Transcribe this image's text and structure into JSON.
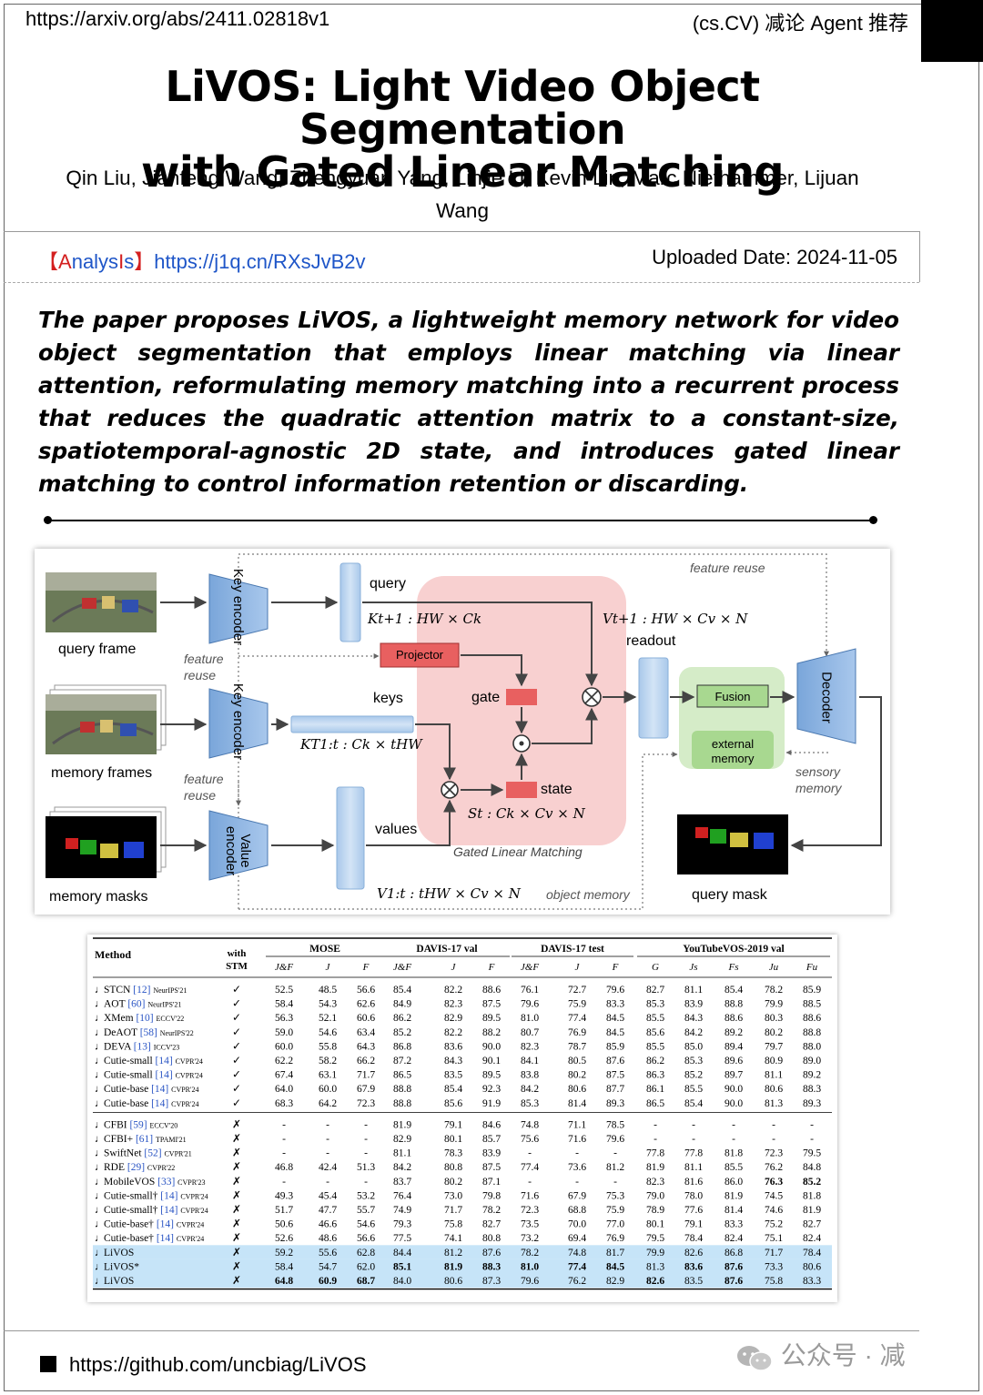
{
  "header": {
    "url": "https://arxiv.org/abs/2411.02818v1",
    "tag": "(cs.CV) 减论 Agent 推荐"
  },
  "paper": {
    "title_line1": "LiVOS: Light Video Object Segmentation",
    "title_line2": "with Gated Linear Matching",
    "authors_line1": "Qin Liu, Jianfeng Wang, Zhengyuan Yang, Linjie Li, Kevin Lin, Marc Niethammer, Lijuan",
    "authors_line2": "Wang"
  },
  "meta": {
    "bracket_open": "【",
    "analysis_a": "A",
    "analysis_nalys": "nalys",
    "analysis_i": "I",
    "analysis_s": "s",
    "bracket_close": "】",
    "analysis_link": "https://j1q.cn/RXsJvB2v",
    "uploaded": "Uploaded Date: 2024-11-05"
  },
  "abstract": "The paper proposes LiVOS, a lightweight memory network for video object segmentation that employs linear matching via linear attention, reformulating memory matching into a recurrent process that reduces the quadratic attention matrix to a constant-size, spatiotemporal-agnostic 2D state, and introduces gated linear matching to control information retention or discarding.",
  "figure": {
    "query_frame": "query frame",
    "memory_frames": "memory frames",
    "memory_masks": "memory masks",
    "key_encoder": "Key encoder",
    "value_encoder": "Value encoder",
    "feature_reuse_top": "feature reuse",
    "feature": "feature",
    "reuse": "reuse",
    "query": "query",
    "query_dims": "Kt+1 : HW × Ck",
    "keys": "keys",
    "keys_dims": "KT1:t : Ck × tHW",
    "values": "values",
    "values_dims": "V1:t : tHW × Cv × N",
    "projector": "Projector",
    "gate": "gate",
    "state": "state",
    "state_dims": "St : Ck × Cv × N",
    "gated_linear_matching": "Gated Linear Matching",
    "readout_dims": "Vt+1 : HW × Cv × N",
    "readout": "readout",
    "fusion": "Fusion",
    "external": "external",
    "memory": "memory",
    "decoder": "Decoder",
    "sensory": "sensory",
    "object_memory": "object memory",
    "query_mask": "query mask"
  },
  "table": {
    "method_header": "Method",
    "with": "with",
    "stm": "STM",
    "groups": [
      "MOSE",
      "DAVIS-17 val",
      "DAVIS-17 test",
      "YouTubeVOS-2019 val"
    ],
    "subheaders": [
      "J&F",
      "J",
      "F",
      "J&F",
      "J",
      "F",
      "J&F",
      "J",
      "F",
      "G",
      "Js",
      "Fs",
      "Ju",
      "Fu"
    ],
    "section1": [
      {
        "name": "STCN",
        "ref": "[12]",
        "venue": "NeurIPS'21",
        "stm": "✓",
        "vals": [
          "52.5",
          "48.5",
          "56.6",
          "85.4",
          "82.2",
          "88.6",
          "76.1",
          "72.7",
          "79.6",
          "82.7",
          "81.1",
          "85.4",
          "78.2",
          "85.9"
        ]
      },
      {
        "name": "AOT",
        "ref": "[60]",
        "venue": "NeurIPS'21",
        "stm": "✓",
        "vals": [
          "58.4",
          "54.3",
          "62.6",
          "84.9",
          "82.3",
          "87.5",
          "79.6",
          "75.9",
          "83.3",
          "85.3",
          "83.9",
          "88.8",
          "79.9",
          "88.5"
        ]
      },
      {
        "name": "XMem",
        "ref": "[10]",
        "venue": "ECCV'22",
        "stm": "✓",
        "vals": [
          "56.3",
          "52.1",
          "60.6",
          "86.2",
          "82.9",
          "89.5",
          "81.0",
          "77.4",
          "84.5",
          "85.5",
          "84.3",
          "88.6",
          "80.3",
          "88.6"
        ]
      },
      {
        "name": "DeAOT",
        "ref": "[58]",
        "venue": "NeurIPS'22",
        "stm": "✓",
        "vals": [
          "59.0",
          "54.6",
          "63.4",
          "85.2",
          "82.2",
          "88.2",
          "80.7",
          "76.9",
          "84.5",
          "85.6",
          "84.2",
          "89.2",
          "80.2",
          "88.8"
        ]
      },
      {
        "name": "DEVA",
        "ref": "[13]",
        "venue": "ICCV'23",
        "stm": "✓",
        "vals": [
          "60.0",
          "55.8",
          "64.3",
          "86.8",
          "83.6",
          "90.0",
          "82.3",
          "78.7",
          "85.9",
          "85.5",
          "85.0",
          "89.4",
          "79.7",
          "88.0"
        ]
      },
      {
        "name": "Cutie-small",
        "ref": "[14]",
        "venue": "CVPR'24",
        "stm": "✓",
        "vals": [
          "62.2",
          "58.2",
          "66.2",
          "87.2",
          "84.3",
          "90.1",
          "84.1",
          "80.5",
          "87.6",
          "86.2",
          "85.3",
          "89.6",
          "80.9",
          "89.0"
        ]
      },
      {
        "name": "Cutie-small",
        "ref": "[14]",
        "venue": "CVPR'24",
        "stm": "✓",
        "vals": [
          "67.4",
          "63.1",
          "71.7",
          "86.5",
          "83.5",
          "89.5",
          "83.8",
          "80.2",
          "87.5",
          "86.3",
          "85.2",
          "89.7",
          "81.1",
          "89.2"
        ]
      },
      {
        "name": "Cutie-base",
        "ref": "[14]",
        "venue": "CVPR'24",
        "stm": "✓",
        "vals": [
          "64.0",
          "60.0",
          "67.9",
          "88.8",
          "85.4",
          "92.3",
          "84.2",
          "80.6",
          "87.7",
          "86.1",
          "85.5",
          "90.0",
          "80.6",
          "88.3"
        ]
      },
      {
        "name": "Cutie-base",
        "ref": "[14]",
        "venue": "CVPR'24",
        "stm": "✓",
        "vals": [
          "68.3",
          "64.2",
          "72.3",
          "88.8",
          "85.6",
          "91.9",
          "85.3",
          "81.4",
          "89.3",
          "86.5",
          "85.4",
          "90.0",
          "81.3",
          "89.3"
        ]
      }
    ],
    "section2": [
      {
        "name": "CFBI",
        "ref": "[59]",
        "venue": "ECCV'20",
        "stm": "✗",
        "vals": [
          "-",
          "-",
          "-",
          "81.9",
          "79.1",
          "84.6",
          "74.8",
          "71.1",
          "78.5",
          "-",
          "-",
          "-",
          "-",
          "-"
        ]
      },
      {
        "name": "CFBI+",
        "ref": "[61]",
        "venue": "TPAMI'21",
        "stm": "✗",
        "vals": [
          "-",
          "-",
          "-",
          "82.9",
          "80.1",
          "85.7",
          "75.6",
          "71.6",
          "79.6",
          "-",
          "-",
          "-",
          "-",
          "-"
        ]
      },
      {
        "name": "SwiftNet",
        "ref": "[52]",
        "venue": "CVPR'21",
        "stm": "✗",
        "vals": [
          "-",
          "-",
          "-",
          "81.1",
          "78.3",
          "83.9",
          "-",
          "-",
          "-",
          "77.8",
          "77.8",
          "81.8",
          "72.3",
          "79.5"
        ]
      },
      {
        "name": "RDE",
        "ref": "[29]",
        "venue": "CVPR'22",
        "stm": "✗",
        "vals": [
          "46.8",
          "42.4",
          "51.3",
          "84.2",
          "80.8",
          "87.5",
          "77.4",
          "73.6",
          "81.2",
          "81.9",
          "81.1",
          "85.5",
          "76.2",
          "84.8"
        ]
      },
      {
        "name": "MobileVOS",
        "ref": "[33]",
        "venue": "CVPR'23",
        "stm": "✗",
        "vals": [
          "-",
          "-",
          "-",
          "83.7",
          "80.2",
          "87.1",
          "-",
          "-",
          "-",
          "82.3",
          "81.6",
          "86.0",
          "76.3",
          "85.2"
        ]
      },
      {
        "name": "Cutie-small†",
        "ref": "[14]",
        "venue": "CVPR'24",
        "stm": "✗",
        "vals": [
          "49.3",
          "45.4",
          "53.2",
          "76.4",
          "73.0",
          "79.8",
          "71.6",
          "67.9",
          "75.3",
          "79.0",
          "78.0",
          "81.9",
          "74.5",
          "81.8"
        ]
      },
      {
        "name": "Cutie-small†",
        "ref": "[14]",
        "venue": "CVPR'24",
        "stm": "✗",
        "vals": [
          "51.7",
          "47.7",
          "55.7",
          "74.9",
          "71.7",
          "78.2",
          "72.3",
          "68.8",
          "75.9",
          "78.9",
          "77.6",
          "81.4",
          "74.6",
          "81.9"
        ]
      },
      {
        "name": "Cutie-base†",
        "ref": "[14]",
        "venue": "CVPR'24",
        "stm": "✗",
        "vals": [
          "50.6",
          "46.6",
          "54.6",
          "79.3",
          "75.8",
          "82.7",
          "73.5",
          "70.0",
          "77.0",
          "80.1",
          "79.1",
          "83.3",
          "75.2",
          "82.7"
        ]
      },
      {
        "name": "Cutie-base†",
        "ref": "[14]",
        "venue": "CVPR'24",
        "stm": "✗",
        "vals": [
          "52.6",
          "48.6",
          "56.6",
          "77.5",
          "74.1",
          "80.8",
          "73.2",
          "69.4",
          "76.9",
          "79.5",
          "78.4",
          "82.4",
          "75.1",
          "82.4"
        ]
      },
      {
        "name": "LiVOS",
        "ref": "",
        "venue": "",
        "stm": "✗",
        "hl": true,
        "vals": [
          "59.2",
          "55.6",
          "62.8",
          "84.4",
          "81.2",
          "87.6",
          "78.2",
          "74.8",
          "81.7",
          "79.9",
          "82.6",
          "86.8",
          "71.7",
          "78.4"
        ]
      },
      {
        "name": "LiVOS*",
        "ref": "",
        "venue": "",
        "stm": "✗",
        "hl": true,
        "vals": [
          "58.4",
          "54.7",
          "62.0",
          "85.1",
          "81.9",
          "88.3",
          "81.0",
          "77.4",
          "84.5",
          "81.3",
          "83.6",
          "87.6",
          "73.3",
          "80.6"
        ]
      },
      {
        "name": "LiVOS",
        "ref": "",
        "venue": "",
        "stm": "✗",
        "hl": true,
        "vals": [
          "64.8",
          "60.9",
          "68.7",
          "84.0",
          "80.6",
          "87.3",
          "79.6",
          "76.2",
          "82.9",
          "82.6",
          "83.5",
          "87.6",
          "75.8",
          "83.3"
        ]
      }
    ]
  },
  "footer": {
    "github": "https://github.com/uncbiag/LiVOS",
    "watermark": "公众号 · 减"
  }
}
